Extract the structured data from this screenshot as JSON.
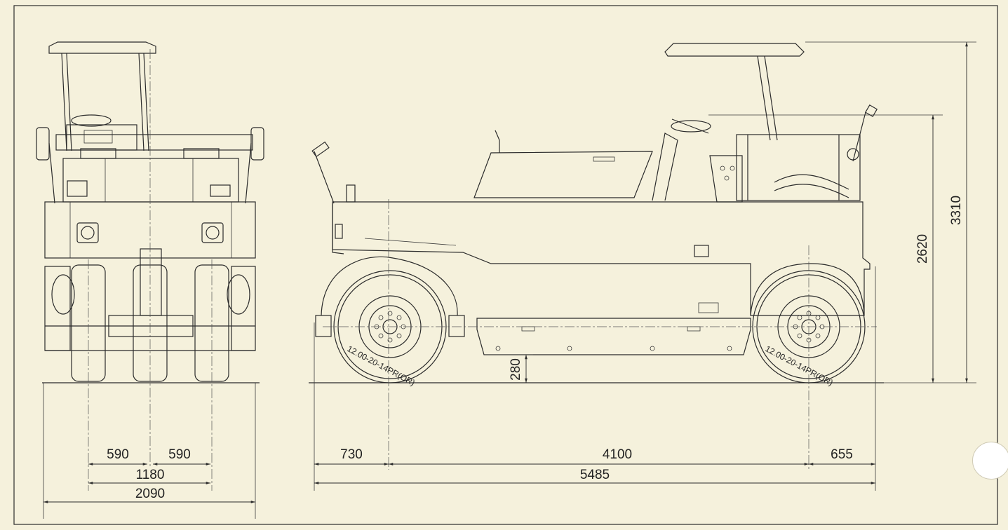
{
  "dimensions": {
    "front_half_left": "590",
    "front_half_right": "590",
    "front_tread": "1180",
    "front_overall_width": "2090",
    "front_overhang": "730",
    "wheelbase": "4100",
    "rear_overhang": "655",
    "overall_length": "5485",
    "ground_clearance": "280",
    "height_to_steering": "2620",
    "overall_height": "3310"
  },
  "tire_spec": "12.00-20-14PR(OR)",
  "colors": {
    "paper": "#f5f1dc",
    "ink": "#2b2b2b"
  }
}
